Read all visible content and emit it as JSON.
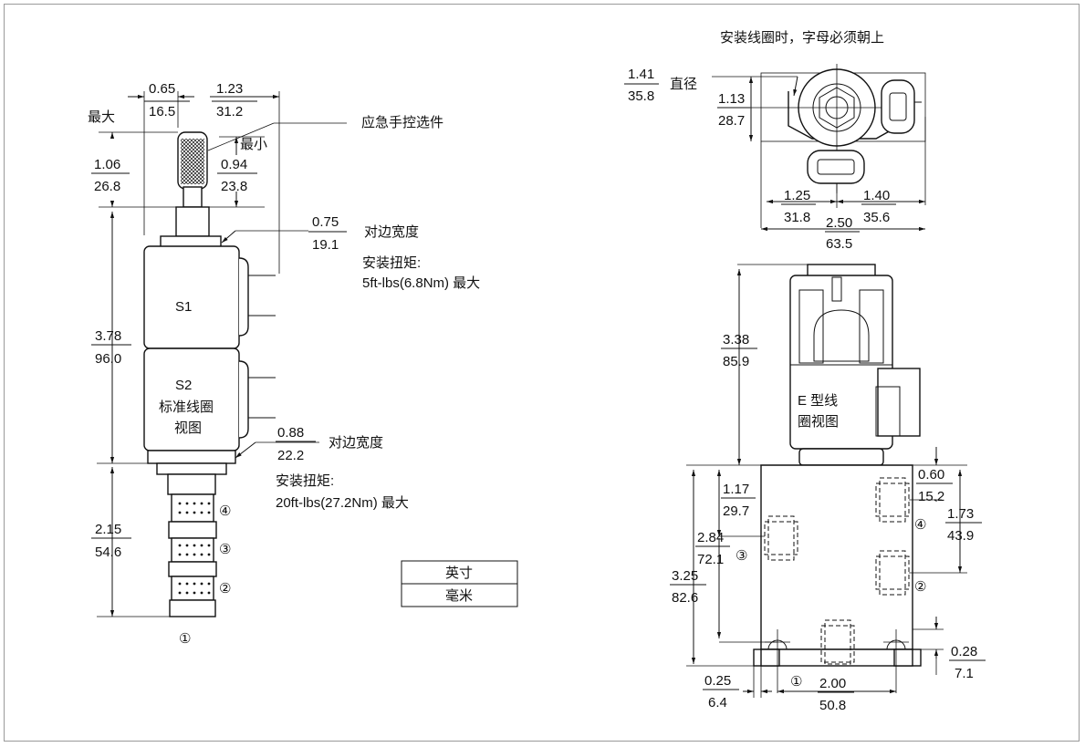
{
  "left_view": {
    "max_label": "最大",
    "min_label": "最小",
    "manual_override": "应急手控选件",
    "top_w": {
      "in": "0.65",
      "mm": "16.5"
    },
    "top_w2": {
      "in": "1.23",
      "mm": "31.2"
    },
    "knob_h": {
      "in": "1.06",
      "mm": "26.8"
    },
    "knob_min": {
      "in": "0.94",
      "mm": "23.8"
    },
    "nut_top": {
      "in": "0.75",
      "mm": "19.1"
    },
    "across_flats": "对边宽度",
    "torque_label": "安装扭矩:",
    "torque_top": "5ft-lbs(6.8Nm) 最大",
    "coil_s1": "S1",
    "coil_s2": "S2",
    "std_coil_l1": "标准线圈",
    "std_coil_l2": "视图",
    "overall": {
      "in": "3.78",
      "mm": "96.0"
    },
    "nut_bottom": {
      "in": "0.88",
      "mm": "22.2"
    },
    "torque_bottom": "20ft-lbs(27.2Nm) 最大",
    "cartridge": {
      "in": "2.15",
      "mm": "54.6"
    },
    "port1": "①",
    "port2": "②",
    "port3": "③",
    "port4": "④"
  },
  "legend": {
    "inch": "英寸",
    "mm": "毫米"
  },
  "right_view": {
    "note_top": "安装线圈时，字母必须朝上",
    "diameter_label": "直径",
    "dia": {
      "in": "1.41",
      "mm": "35.8"
    },
    "h1": {
      "in": "1.13",
      "mm": "28.7"
    },
    "w_left": {
      "in": "1.25",
      "mm": "31.8"
    },
    "w_right": {
      "in": "1.40",
      "mm": "35.6"
    },
    "w_total": {
      "in": "2.50",
      "mm": "63.5"
    },
    "coil_h": {
      "in": "3.38",
      "mm": "85.9"
    },
    "e_coil_l1": "E 型线",
    "e_coil_l2": "圈视图",
    "d_060": {
      "in": "0.60",
      "mm": "15.2"
    },
    "d_117": {
      "in": "1.17",
      "mm": "29.7"
    },
    "d_173": {
      "in": "1.73",
      "mm": "43.9"
    },
    "d_284": {
      "in": "2.84",
      "mm": "72.1"
    },
    "d_325": {
      "in": "3.25",
      "mm": "82.6"
    },
    "d_028": {
      "in": "0.28",
      "mm": "7.1"
    },
    "d_025": {
      "in": "0.25",
      "mm": "6.4"
    },
    "d_200": {
      "in": "2.00",
      "mm": "50.8"
    },
    "port1": "①",
    "port2": "②",
    "port3": "③",
    "port4": "④"
  }
}
